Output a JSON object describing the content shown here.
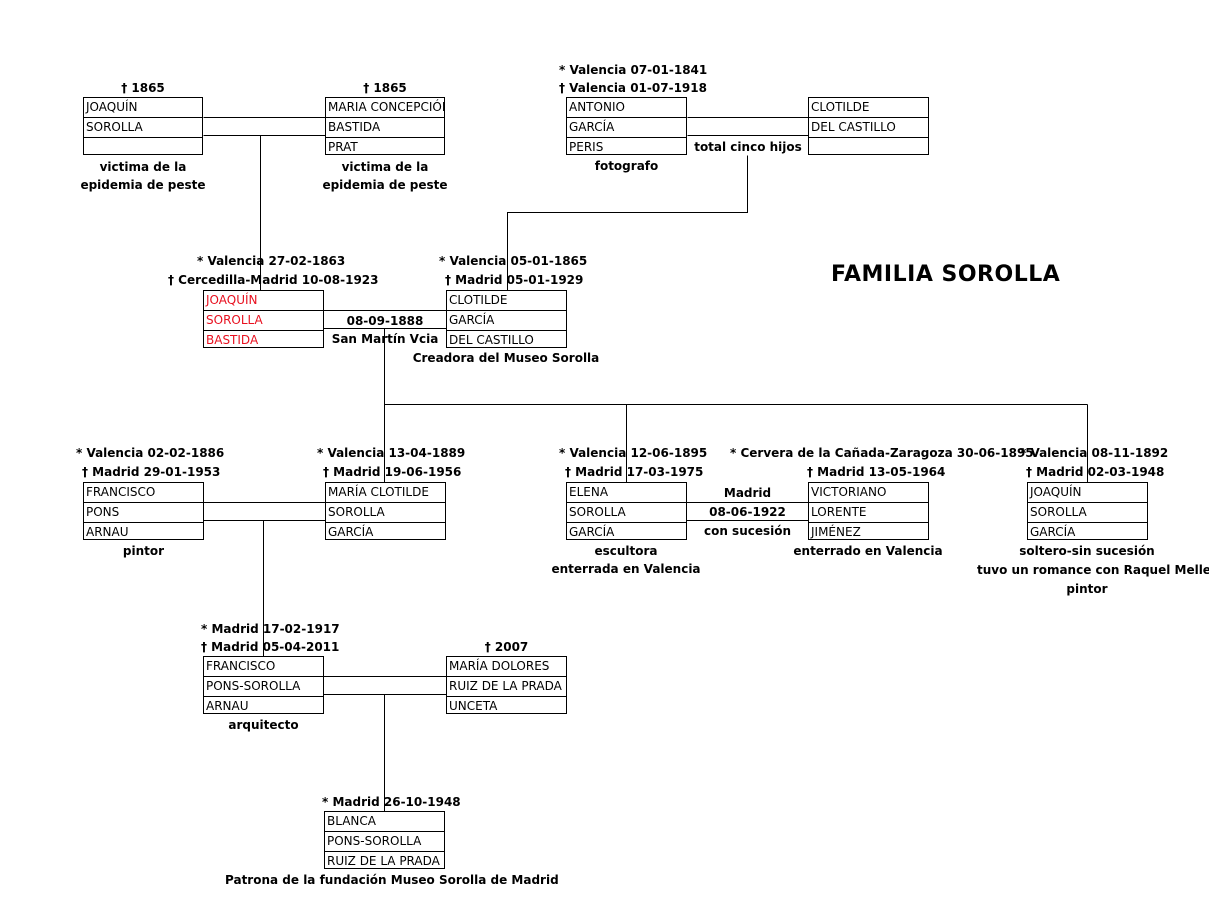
{
  "title": "FAMILIA SOROLLA",
  "people": {
    "joaquin_sr": {
      "dates": [
        "† 1865"
      ],
      "names": [
        "JOAQUÍN",
        "SOROLLA"
      ],
      "notes": [
        "victima de la",
        "epidemia de peste"
      ]
    },
    "maria_concepcion": {
      "dates": [
        "† 1865"
      ],
      "names": [
        "MARIA CONCEPCIÓN",
        "BASTIDA",
        "PRAT"
      ],
      "notes": [
        "victima de la",
        "epidemia de peste"
      ]
    },
    "antonio": {
      "dates": [
        "* Valencia 07-01-1841",
        "† Valencia 01-07-1918"
      ],
      "names": [
        "ANTONIO",
        "GARCÍA",
        "PERIS"
      ],
      "notes": [
        "fotografo"
      ]
    },
    "clotilde_sr": {
      "dates": [],
      "names": [
        "CLOTILDE",
        "DEL CASTILLO"
      ],
      "notes": []
    },
    "joaquin": {
      "dates": [
        "* Valencia 27-02-1863",
        "† Cercedilla-Madrid 10-08-1923"
      ],
      "names": [
        "JOAQUÍN",
        "SOROLLA",
        "BASTIDA"
      ],
      "notes": []
    },
    "clotilde": {
      "dates": [
        "* Valencia 05-01-1865",
        "† Madrid 05-01-1929"
      ],
      "names": [
        "CLOTILDE",
        "GARCÍA",
        "DEL CASTILLO"
      ],
      "notes": [
        "Creadora del Museo Sorolla"
      ]
    },
    "francisco_pons": {
      "dates": [
        "* Valencia 02-02-1886",
        "† Madrid 29-01-1953"
      ],
      "names": [
        "FRANCISCO",
        "PONS",
        "ARNAU"
      ],
      "notes": [
        "pintor"
      ]
    },
    "maria_clotilde": {
      "dates": [
        "* Valencia 13-04-1889",
        "† Madrid 19-06-1956"
      ],
      "names": [
        "MARÍA CLOTILDE",
        "SOROLLA",
        "GARCÍA"
      ],
      "notes": []
    },
    "elena": {
      "dates": [
        "* Valencia 12-06-1895",
        "† Madrid 17-03-1975"
      ],
      "names": [
        "ELENA",
        "SOROLLA",
        "GARCÍA"
      ],
      "notes": [
        "escultora",
        "enterrada en Valencia"
      ]
    },
    "victoriano": {
      "dates": [
        "* Cervera de la Cañada-Zaragoza 30-06-1895",
        "† Madrid 13-05-1964"
      ],
      "names": [
        "VICTORIANO",
        "LORENTE",
        "JIMÉNEZ"
      ],
      "notes": [
        "enterrado en Valencia"
      ]
    },
    "joaquin_jr": {
      "dates": [
        "* Valencia 08-11-1892",
        "† Madrid 02-03-1948"
      ],
      "names": [
        "JOAQUÍN",
        "SOROLLA",
        "GARCÍA"
      ],
      "notes": [
        "soltero-sin sucesión",
        "tuvo un romance con Raquel Meller",
        "pintor"
      ]
    },
    "francisco_ps": {
      "dates": [
        "* Madrid 17-02-1917",
        "† Madrid 05-04-2011"
      ],
      "names": [
        "FRANCISCO",
        "PONS-SOROLLA",
        "ARNAU"
      ],
      "notes": [
        "arquitecto"
      ]
    },
    "maria_dolores": {
      "dates": [
        "† 2007"
      ],
      "names": [
        "MARÍA DOLORES",
        "RUIZ DE LA PRADA",
        "UNCETA"
      ],
      "notes": []
    },
    "blanca": {
      "dates": [
        "* Madrid 26-10-1948"
      ],
      "names": [
        "BLANCA",
        "PONS-SOROLLA",
        "RUIZ DE LA PRADA"
      ],
      "notes": [
        "Patrona de la fundación Museo Sorolla de Madrid"
      ]
    }
  },
  "marriages": {
    "garcia": [
      "total cinco hijos"
    ],
    "sorolla": [
      "08-09-1888",
      "San Martín Vcia"
    ],
    "lorente": [
      "Madrid",
      "08-06-1922",
      "con sucesión"
    ]
  }
}
